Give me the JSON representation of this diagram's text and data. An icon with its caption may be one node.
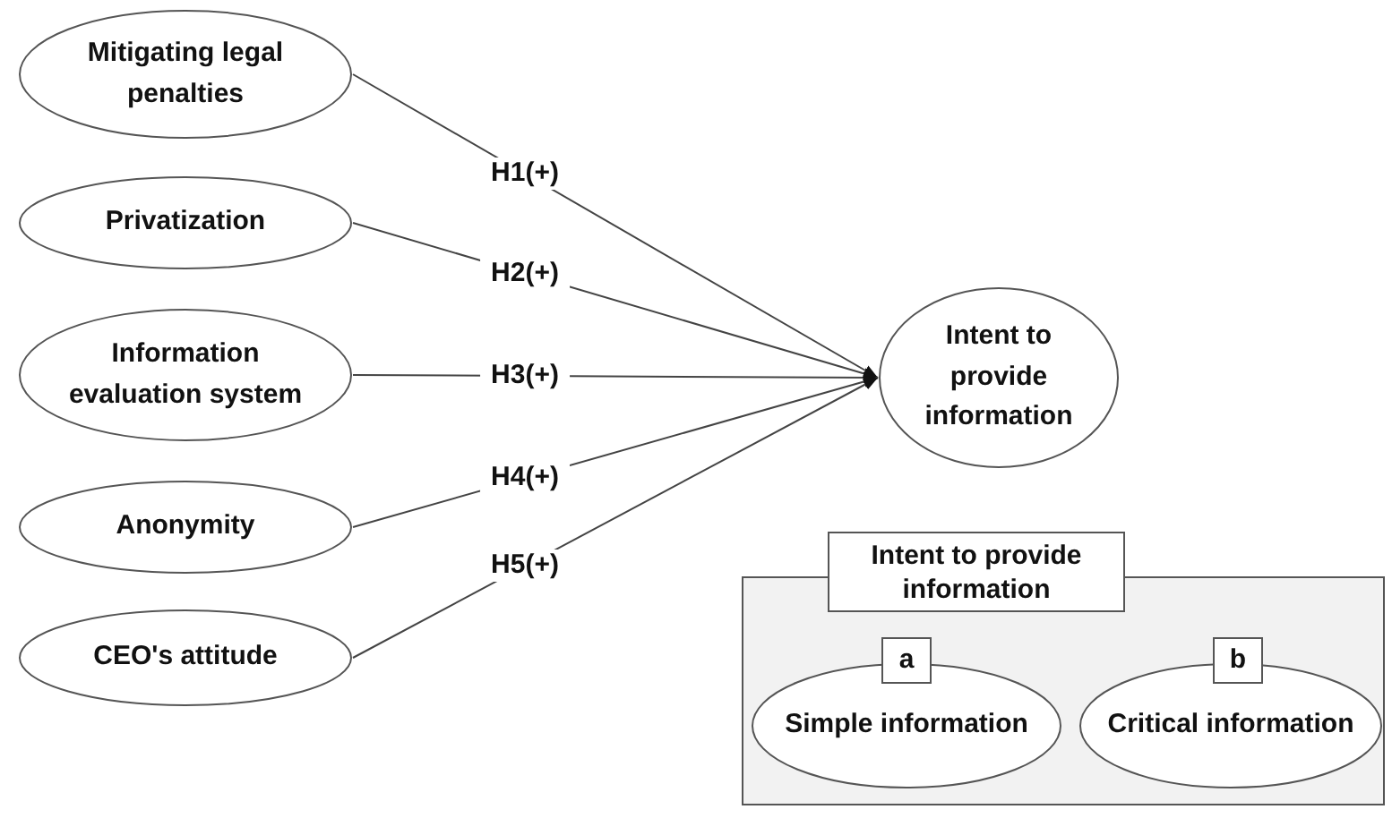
{
  "diagram": {
    "nodes": [
      {
        "text": [
          "Mitigating legal penalties"
        ]
      },
      {
        "text": [
          "Privatization"
        ]
      },
      {
        "text": [
          "Information evaluation system"
        ]
      },
      {
        "text": [
          "Anonymity"
        ]
      },
      {
        "text": [
          "CEO's attitude"
        ]
      },
      {
        "text": [
          "Intent to provide information"
        ]
      },
      {
        "text": [
          "Intent to provide information"
        ]
      },
      {
        "text": [
          "Simple information"
        ],
        "in": 6,
        "beside": [
          "a"
        ]
      },
      {
        "text": [
          "Critical information"
        ],
        "in": 6,
        "beside": [
          "b"
        ]
      }
    ],
    "edges": [
      {
        "from": 0,
        "to": 5,
        "arrow": "to",
        "label": "H1(+)"
      },
      {
        "from": 1,
        "to": 5,
        "arrow": "to",
        "label": "H2(+)"
      },
      {
        "from": 2,
        "to": 5,
        "arrow": "to",
        "label": "H3(+)"
      },
      {
        "from": 3,
        "to": 5,
        "arrow": "to",
        "label": "H4(+)"
      },
      {
        "from": 4,
        "to": 5,
        "arrow": "to",
        "label": "H5(+)"
      }
    ]
  }
}
